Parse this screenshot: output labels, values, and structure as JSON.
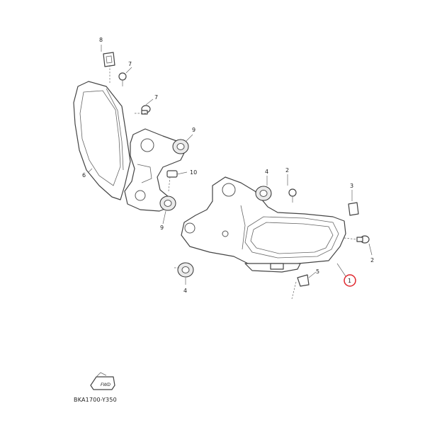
{
  "callouts": [
    "8",
    "7",
    "7",
    "9",
    "10",
    "6",
    "9",
    "4",
    "2",
    "3",
    "2",
    "5",
    "1",
    "4"
  ],
  "highlight_callout": "1",
  "highlight_color": "#e0262d",
  "diagram_code": "BKA1700-Y350",
  "fwd_symbol": "FWD"
}
